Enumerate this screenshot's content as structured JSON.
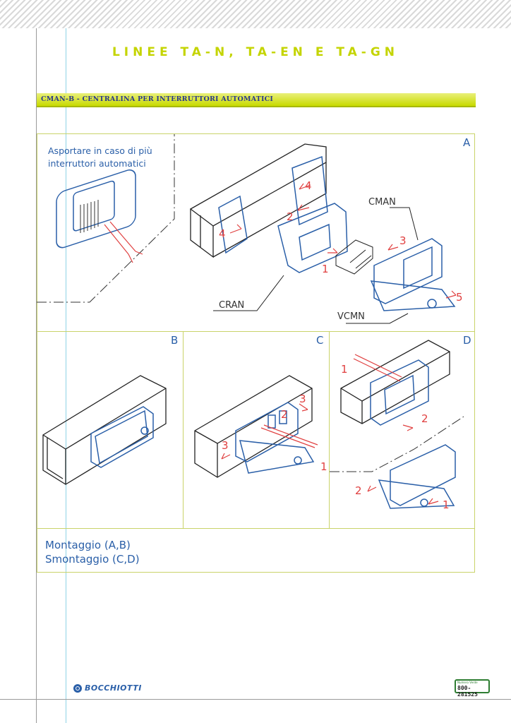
{
  "header": {
    "title": "LINEE TA-N, TA-EN E TA-GN"
  },
  "section": {
    "heading": "CMAN-B - CENTRALINA PER INTERRUTTORI AUTOMATICI"
  },
  "panel_a": {
    "letter": "A",
    "note_line1": "Asportare in caso di più",
    "note_line2": "interruttori automatici",
    "labels": {
      "cman": "CMAN",
      "cran": "CRAN",
      "vcmn": "VCMN"
    },
    "steps": [
      "4",
      "4",
      "2",
      "1",
      "3",
      "5"
    ]
  },
  "panel_b": {
    "letter": "B"
  },
  "panel_c": {
    "letter": "C",
    "steps": [
      "3",
      "2",
      "3",
      "1"
    ]
  },
  "panel_d": {
    "letter": "D",
    "steps": [
      "1",
      "2",
      "2",
      "1"
    ]
  },
  "caption": {
    "line1": "Montaggio (A,B)",
    "line2": "Smontaggio (C,D)"
  },
  "footer": {
    "brand": "BOCCHIOTTI",
    "phone_label": "Numero Verde",
    "phone_number": "800-281525"
  },
  "colors": {
    "accent": "#c4d400",
    "blue": "#2a5fa8",
    "red": "#e04040"
  }
}
